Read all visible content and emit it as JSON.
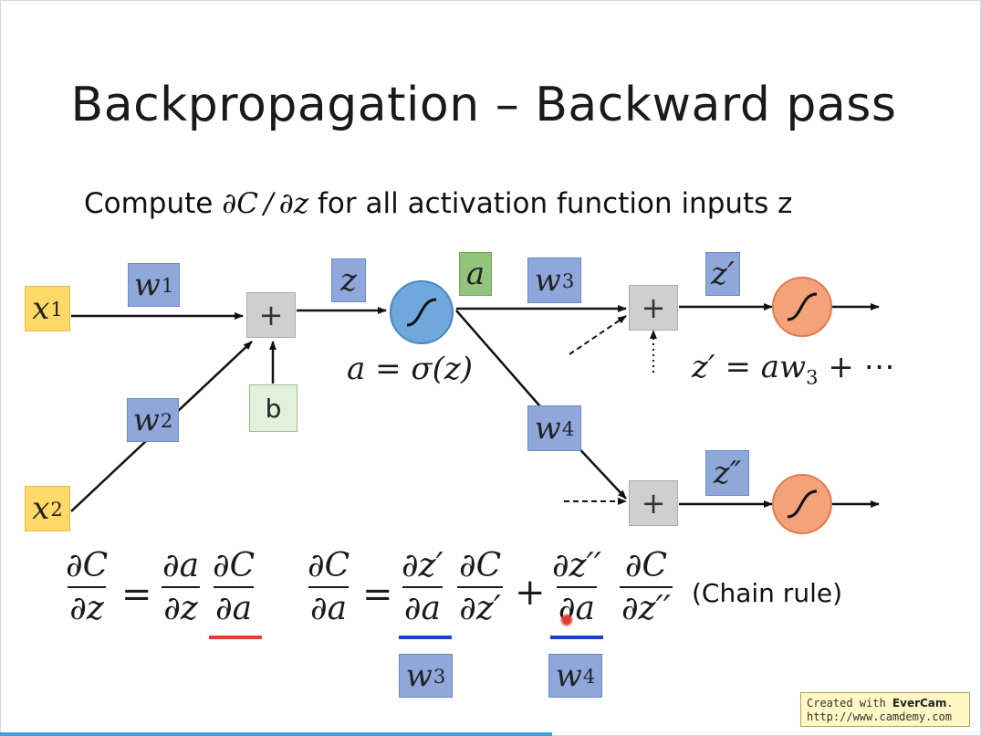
{
  "slide": {
    "title": "Backpropagation – Backward pass",
    "subtitle_prefix": "Compute ",
    "subtitle_math": "∂C / ∂z",
    "subtitle_suffix": " for all activation function inputs z"
  },
  "nodes": {
    "x1": "x",
    "x1_sub": "1",
    "x2": "x",
    "x2_sub": "2",
    "w1": "w",
    "w1_sub": "1",
    "w2": "w",
    "w2_sub": "2",
    "w3": "w",
    "w3_sub": "3",
    "w4": "w",
    "w4_sub": "4",
    "plus": "+",
    "b": "b",
    "z": "z",
    "a": "a",
    "z_prime": "z′",
    "z_double_prime": "z″"
  },
  "equations": {
    "sigma": "a = σ(z)",
    "zprime": "z′ = aw",
    "zprime_sub": "3",
    "zprime_tail": " + ⋯"
  },
  "chain": {
    "f1_num": "∂C",
    "f1_den": "∂z",
    "eq": "=",
    "f2_num": "∂a",
    "f2_den": "∂z",
    "f3_num": "∂C",
    "f3_den": "∂a",
    "f4_num": "∂C",
    "f4_den": "∂a",
    "f5_num": "∂z′",
    "f5_den": "∂a",
    "f6_num": "∂C",
    "f6_den": "∂z′",
    "plus": "+",
    "f7_num": "∂z′′",
    "f7_den": "∂a",
    "f8_num": "∂C",
    "f8_den": "∂z′′",
    "label": "(Chain rule)",
    "w3_label": "w",
    "w3_sub": "3",
    "w4_label": "w",
    "w4_sub": "4"
  },
  "watermark": {
    "line1_prefix": "Created with ",
    "brand": "EverCam",
    "line1_suffix": ".",
    "line2": "http://www.camdemy.com"
  },
  "colors": {
    "input_yellow": "#ffd966",
    "weight_blue": "#8fa8dc",
    "activation_green": "#93c47d",
    "sigmoid_blue": "#6fa8dc",
    "sigmoid_orange": "#f4a27a",
    "underline_red": "#e53935",
    "underline_blue": "#1f3fd1"
  }
}
